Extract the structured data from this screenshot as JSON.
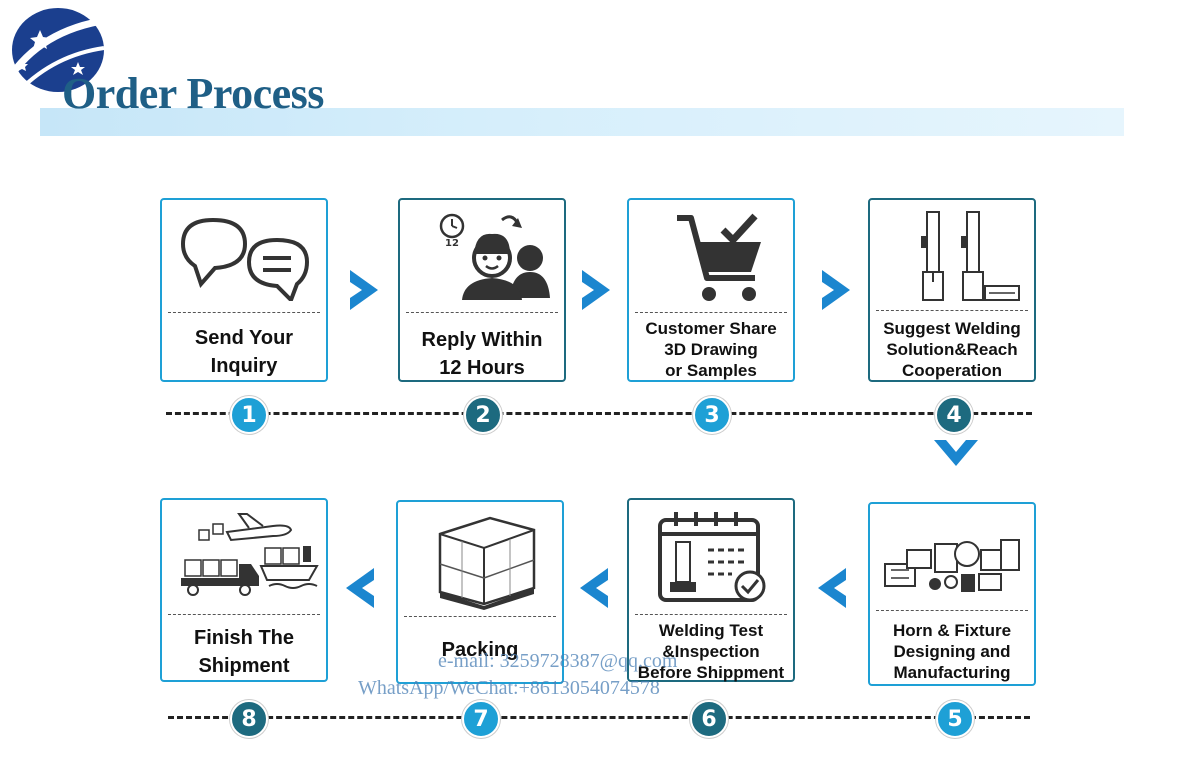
{
  "title": "Order Process",
  "colors": {
    "light_blue": "#1ea0d6",
    "teal": "#1d6a7f",
    "title": "#1f5f86",
    "arrow": "#1b86cf"
  },
  "steps": [
    {
      "number": "1",
      "line1": "Send Your",
      "line2": "Inquiry",
      "line3": ""
    },
    {
      "number": "2",
      "line1": "Reply Within",
      "line2": "12 Hours",
      "line3": ""
    },
    {
      "number": "3",
      "line1": "Customer Share",
      "line2": "3D Drawing",
      "line3": "or Samples"
    },
    {
      "number": "4",
      "line1": "Suggest Welding",
      "line2": "Solution&Reach",
      "line3": "Cooperation"
    },
    {
      "number": "5",
      "line1": "Horn & Fixture",
      "line2": "Designing and",
      "line3": "Manufacturing"
    },
    {
      "number": "6",
      "line1": "Welding Test",
      "line2": "&Inspection",
      "line3": "Before Shippment"
    },
    {
      "number": "7",
      "line1": "Packing",
      "line2": "",
      "line3": ""
    },
    {
      "number": "8",
      "line1": "Finish The",
      "line2": "Shipment",
      "line3": ""
    }
  ],
  "clock_label": "12",
  "watermark": {
    "email": "e-mail: 3259728387@qq.com",
    "phone": "WhatsApp/WeChat:+8613054074578"
  }
}
